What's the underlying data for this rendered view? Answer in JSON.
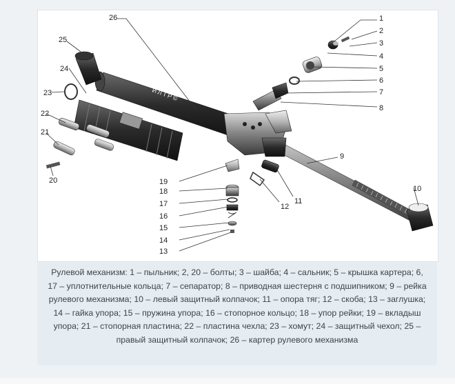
{
  "watermark": "ИЛТР©",
  "callouts": [
    "1",
    "2",
    "3",
    "4",
    "5",
    "6",
    "7",
    "8",
    "9",
    "10",
    "11",
    "12",
    "13",
    "14",
    "15",
    "16",
    "17",
    "18",
    "19",
    "20",
    "21",
    "22",
    "23",
    "24",
    "25",
    "26"
  ],
  "caption": "Рулевой механизм: 1 – пыльник; 2, 20 – болты; 3 – шайба; 4 – сальник; 5 – крышка картера; 6, 17 – уплотнительные кольца; 7 – сепаратор; 8 – приводная шестерня с подшипником; 9 – рейка рулевого механизма; 10 – левый защитный колпачок; 11 – опора тяг; 12 – скоба; 13 – заглушка; 14 – гайка упора; 15 – пружина упора; 16 – стопорное кольцо; 18 – упор рейки; 19 – вкладыш упора; 21 – стопорная пластина; 22 – пластина чехла; 23 – хомут; 24 – защитный чехол; 25 – правый защитный колпачок; 26 – картер рулевого механизма"
}
